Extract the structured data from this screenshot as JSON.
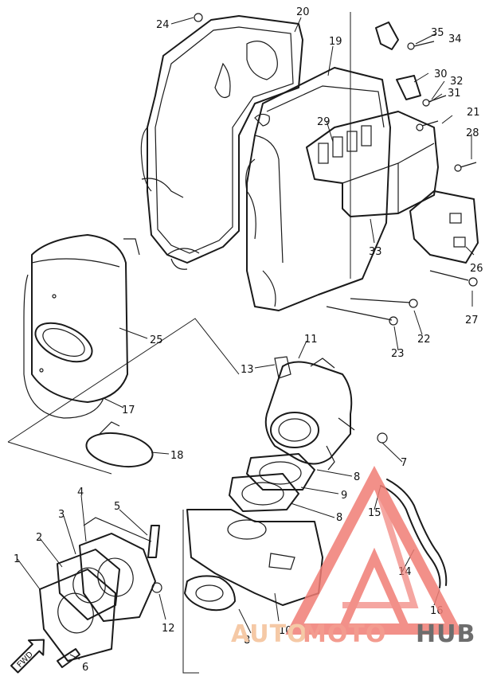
{
  "diagram": {
    "part_numbers": [
      "1",
      "2",
      "3",
      "4",
      "5",
      "6",
      "7",
      "8",
      "8",
      "8",
      "9",
      "10",
      "11",
      "12",
      "13",
      "14",
      "15",
      "16",
      "17",
      "18",
      "19",
      "20",
      "21",
      "22",
      "23",
      "24",
      "25",
      "26",
      "27",
      "28",
      "29",
      "30",
      "31",
      "32",
      "33",
      "34",
      "35"
    ],
    "fwd_label": "FWD"
  },
  "watermark": {
    "part1": "AUTO",
    "part2": "MOTO",
    "part3": "HUB",
    "colors": {
      "auto": "#f5c9a6",
      "moto": "#f39b8f",
      "hub": "#6d6d6d",
      "logo": "#f07d75"
    }
  }
}
